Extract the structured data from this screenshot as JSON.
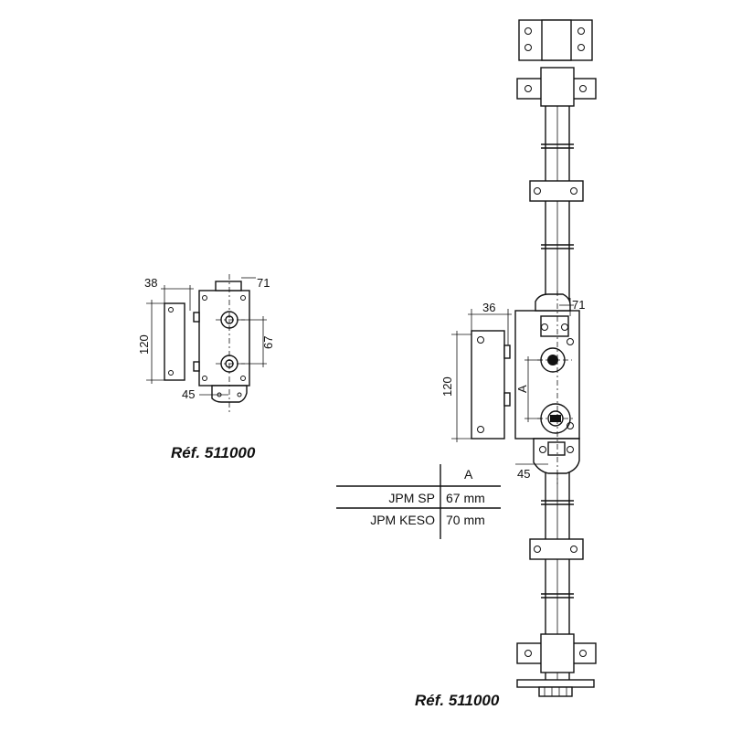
{
  "small_drawing": {
    "ref": "Réf. 511000",
    "dim_38": "38",
    "dim_71": "71",
    "dim_120": "120",
    "dim_67": "67",
    "dim_45": "45"
  },
  "large_drawing": {
    "ref": "Réf. 511000",
    "dim_36": "36",
    "dim_71": "71",
    "dim_120": "120",
    "dim_A": "A",
    "dim_45": "45"
  },
  "table": {
    "header": "A",
    "rows": [
      {
        "model": "JPM SP",
        "value": "67 mm"
      },
      {
        "model": "JPM KESO",
        "value": "70 mm"
      }
    ]
  }
}
